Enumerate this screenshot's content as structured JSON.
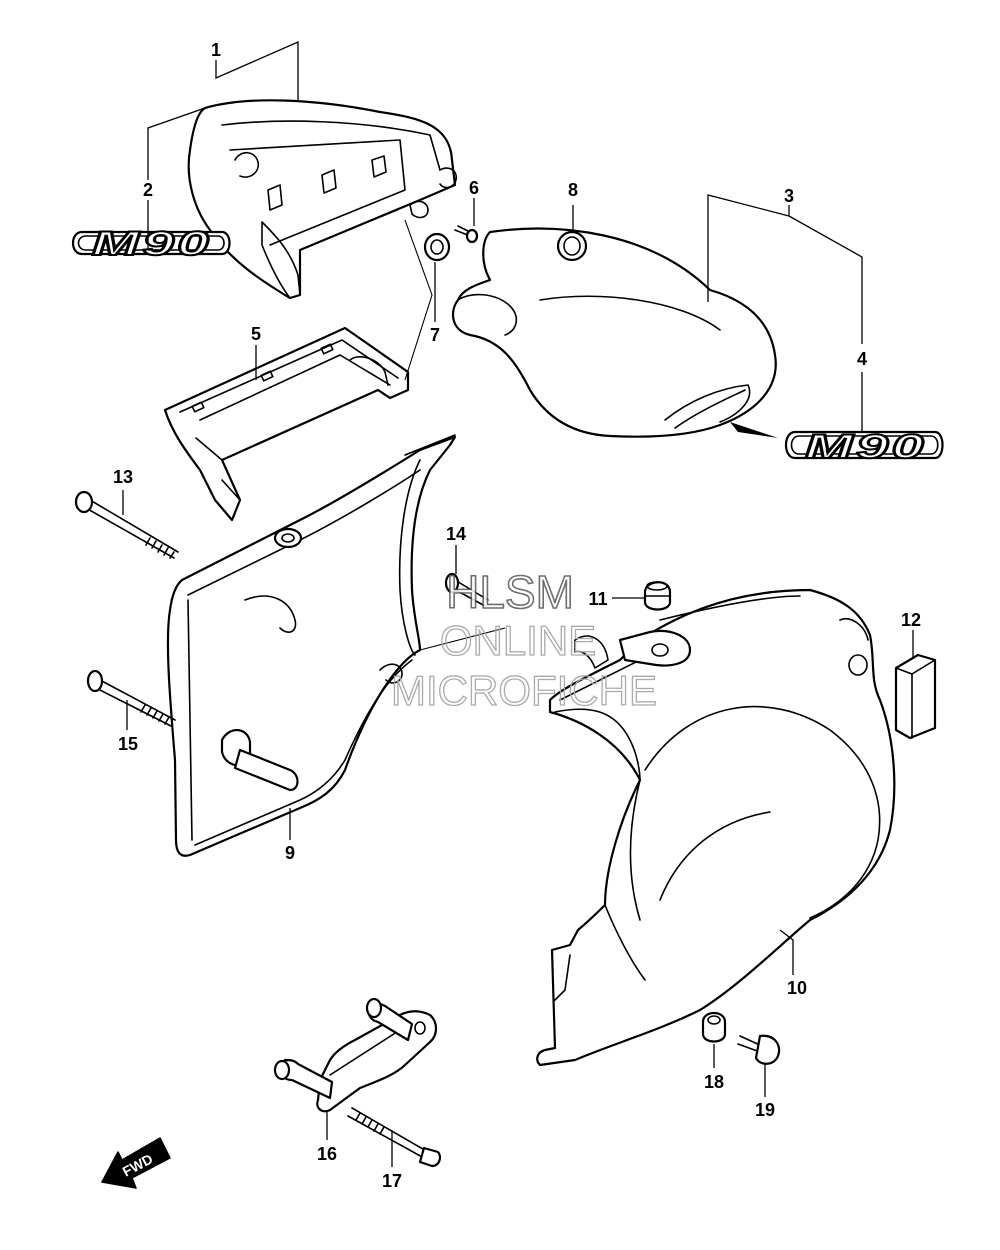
{
  "callouts": [
    "1",
    "2",
    "3",
    "4",
    "5",
    "6",
    "7",
    "8",
    "9",
    "10",
    "11",
    "12",
    "13",
    "14",
    "15",
    "16",
    "17",
    "18",
    "19"
  ],
  "emblem_text": "M90",
  "watermark": {
    "line1": "HLSM",
    "line2": "ONLINE",
    "line3": "MICROFICHE"
  },
  "direction_label": "FWD"
}
